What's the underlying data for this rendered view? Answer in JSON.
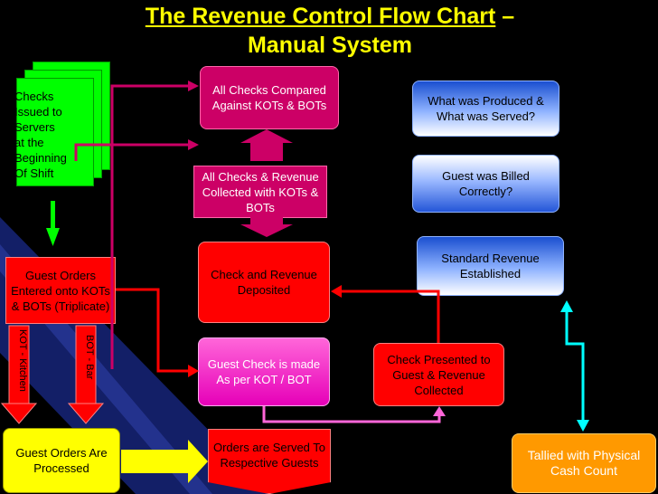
{
  "title": {
    "line1": "The Revenue Control Flow Chart",
    "dash": " –",
    "line2": "Manual System"
  },
  "boxes": {
    "checks_issued": [
      "Checks",
      "Issued to",
      "Servers",
      "at the",
      "Beginning",
      "Of Shift"
    ],
    "guest_orders_entered": "Guest Orders Entered onto KOTs & BOTs (Triplicate)",
    "kot_kitchen": "KOT - Kitchen",
    "bot_bar": "BOT - Bar",
    "guest_orders_processed": "Guest Orders Are Processed",
    "all_checks_compared": "All Checks Compared Against KOTs & BOTs",
    "all_checks_revenue": "All Checks & Revenue Collected with KOTs & BOTs",
    "check_revenue_deposited": "Check and Revenue Deposited",
    "guest_check_made": "Guest Check is made As per KOT / BOT",
    "orders_served": "Orders are Served To Respective Guests",
    "what_produced": "What was Produced & What was Served?",
    "guest_billed": "Guest was Billed Correctly?",
    "standard_revenue": "Standard Revenue Established",
    "check_presented": "Check Presented to Guest & Revenue Collected",
    "tallied": "Tallied with Physical Cash Count"
  },
  "colors": {
    "background": "#000000",
    "title": "#ffff00",
    "red": "#ff0000",
    "magenta": "#cc0066",
    "pink": "#ff66d9",
    "green": "#00ff00",
    "yellow": "#ffff00",
    "orange": "#ff9900",
    "cyan": "#00ffff",
    "blue": "#3366ff"
  }
}
